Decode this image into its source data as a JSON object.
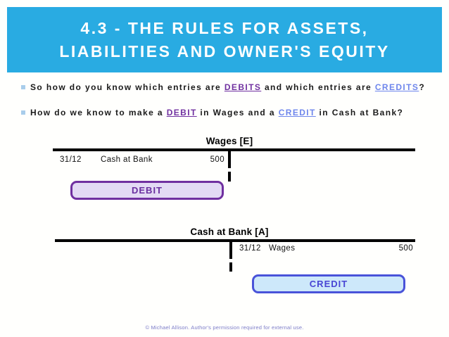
{
  "slide": {
    "title": {
      "line1": "4.3 - THE RULES FOR ASSETS,",
      "line2": "LIABILITIES AND OWNER'S EQUITY"
    },
    "bullets": [
      {
        "pre": "So how do you know which entries are ",
        "debit_word": "DEBITS",
        "mid": " and which entries are ",
        "credit_word": "CREDITS",
        "post": "?"
      },
      {
        "pre": "How do we know to make a ",
        "debit_word": "DEBIT",
        "mid": " in Wages and a ",
        "credit_word": "CREDIT",
        "post": " in Cash at Bank?"
      }
    ],
    "accounts": [
      {
        "name": "Wages [E]",
        "side": "debit",
        "entry": {
          "date": "31/12",
          "description": "Cash at Bank",
          "amount": "500"
        },
        "tag_label": "DEBIT"
      },
      {
        "name": "Cash at Bank [A]",
        "side": "credit",
        "entry": {
          "date": "31/12",
          "description": "Wages",
          "amount": "500"
        },
        "tag_label": "CREDIT"
      }
    ],
    "footer": "© Michael Allison. Author's permission required for external use.",
    "colors": {
      "title_bg": "#29abe2",
      "title_text": "#ffffff",
      "debit_accent": "#7030a0",
      "credit_word_accent": "#6e86ec",
      "debit_tag_fill": "#e3daf4",
      "credit_tag_fill": "#cde8fa",
      "credit_tag_border": "#4953d9",
      "bullet_square": "#a9cdeb",
      "line_color": "#000000",
      "footer_text_color": "#7c7cc8"
    }
  }
}
